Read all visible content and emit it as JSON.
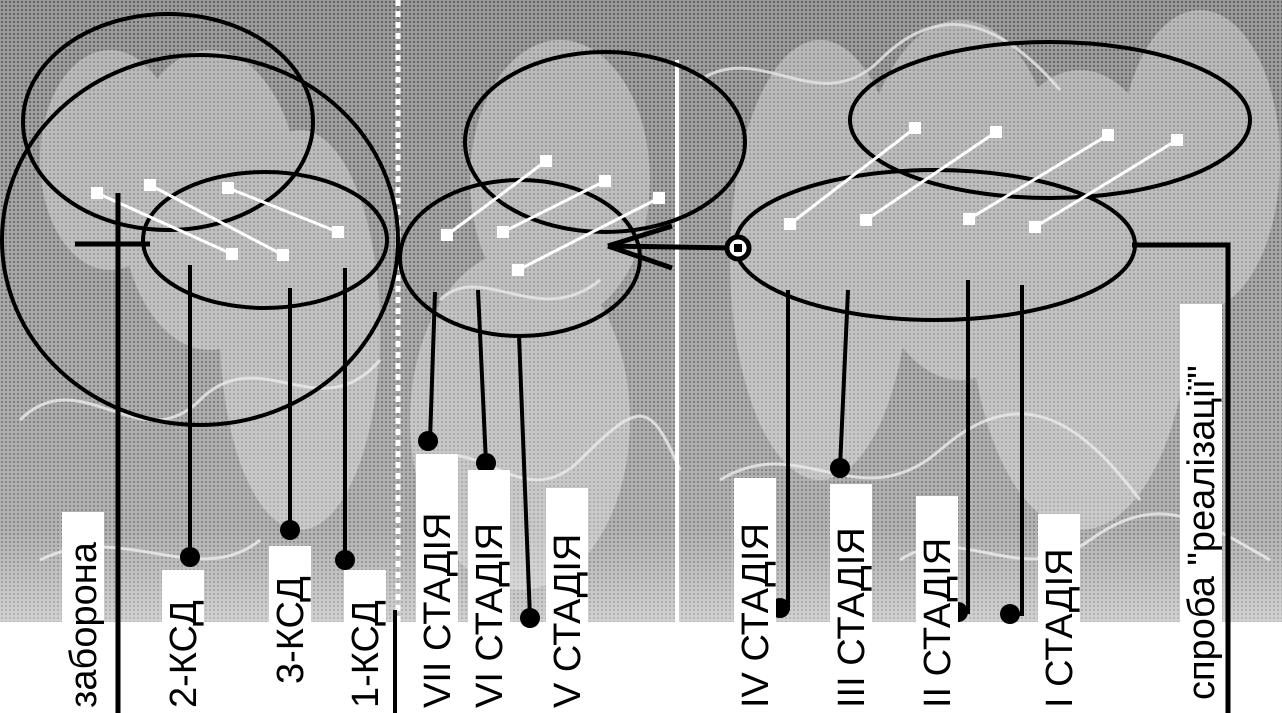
{
  "labels": {
    "zaborona": "заборона",
    "ksd2": "2-КСД",
    "ksd3": "3-КСД",
    "ksd1": "1-КСД",
    "stage7": "VII СТАДІЯ",
    "stage6": "VI СТАДІЯ",
    "stage5": "V СТАДІЯ",
    "stage4": "IV СТАДІЯ",
    "stage3": "III СТАДІЯ",
    "stage2": "II СТАДІЯ",
    "stage1": "I СТАДІЯ",
    "sproba": "спроба \"реалізації\""
  },
  "colors": {
    "ink": "#000000",
    "paper": "#ffffff",
    "photo_dark": "#5a5a5a",
    "photo_mid": "#8c8c8c",
    "photo_light": "#c8c8c8"
  }
}
